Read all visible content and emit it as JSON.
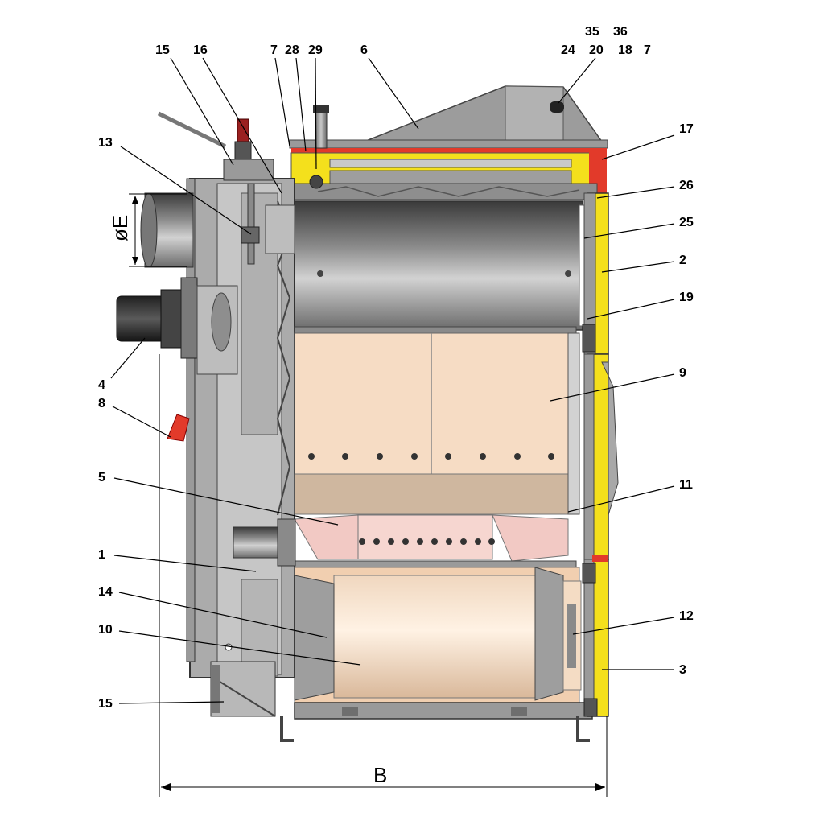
{
  "callouts": {
    "n15_top": "15",
    "n16": "16",
    "n7_left": "7",
    "n28": "28",
    "n29": "29",
    "n6": "6",
    "n35": "35",
    "n36": "36",
    "n24": "24",
    "n20": "20",
    "n18": "18",
    "n7_right": "7",
    "n13": "13",
    "n17": "17",
    "n26": "26",
    "n25": "25",
    "n2": "2",
    "n19": "19",
    "n9": "9",
    "n4": "4",
    "n8": "8",
    "n5": "5",
    "n11": "11",
    "n1": "1",
    "n14": "14",
    "n12": "12",
    "n10": "10",
    "n3": "3",
    "n15_bottom": "15"
  },
  "dimensions": {
    "diameter_e": "øE",
    "width_b": "B"
  },
  "colors": {
    "steel_gray": "#a8a8a8",
    "dark_steel": "#6e6e6e",
    "insulation_yellow": "#f4e01c",
    "seal_red": "#e23a2a",
    "fuel_chamber": "#f6dcc4",
    "ash_pan": "#f1cfb0",
    "refractory": "#cfb79f",
    "nozzle_pink": "#f2c9c4",
    "outline": "#000000"
  }
}
